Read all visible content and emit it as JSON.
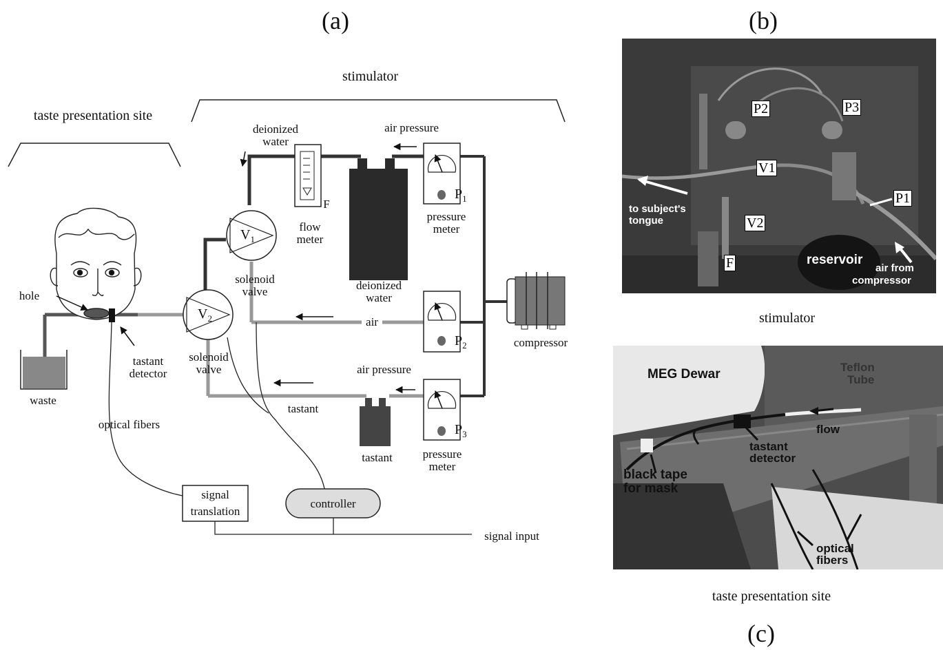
{
  "panels": {
    "a": "(a)",
    "b": "(b)",
    "c": "(c)"
  },
  "diagram_a": {
    "stimulator": "stimulator",
    "taste_site": "taste presentation site",
    "deionized_water_top": [
      "deionized",
      "water"
    ],
    "air_pressure_top": "air pressure",
    "flow_meter": [
      "flow",
      "meter"
    ],
    "flow_meter_symbol": "F",
    "deionized_water_tank": [
      "deionized",
      "water"
    ],
    "pressure_meter_top": [
      "pressure",
      "meter"
    ],
    "p1": "P",
    "p1_sub": "1",
    "p2": "P",
    "p2_sub": "2",
    "p3": "P",
    "p3_sub": "3",
    "v1": "V",
    "v1_sub": "1",
    "v2": "V",
    "v2_sub": "2",
    "solenoid_valve_1": [
      "solenoid",
      "valve"
    ],
    "solenoid_valve_2": [
      "solenoid",
      "valve"
    ],
    "air": "air",
    "compressor": "compressor",
    "air_pressure_bottom": "air pressure",
    "tastant_line": "tastant",
    "tastant_bottle": "tastant",
    "pressure_meter_bottom": [
      "pressure",
      "meter"
    ],
    "hole": "hole",
    "tastant_detector": [
      "tastant",
      "detector"
    ],
    "waste": "waste",
    "optical_fibers": "optical fibers",
    "signal_translation": [
      "signal",
      "translation"
    ],
    "controller": "controller",
    "signal_input": "signal input"
  },
  "photo_b": {
    "p2": "P2",
    "p3": "P3",
    "v1": "V1",
    "v2": "V2",
    "p1": "P1",
    "f": "F",
    "to_subject": [
      "to subject's",
      "tongue"
    ],
    "reservoir": "reservoir",
    "air_from": [
      "air from",
      "compressor"
    ],
    "caption": "stimulator"
  },
  "photo_c": {
    "meg_dewar": "MEG Dewar",
    "teflon_tube": [
      "Teflon",
      "Tube"
    ],
    "flow": "flow",
    "tastant_detector": [
      "tastant",
      "detector"
    ],
    "black_tape": [
      "black tape",
      "for mask"
    ],
    "optical_fibers": [
      "optical",
      "fibers"
    ],
    "caption": "taste presentation site"
  },
  "colors": {
    "dark_line": "#333333",
    "gray_line": "#999999",
    "tank_fill": "#2a2a2a",
    "photo_bg": "#3c3c3c"
  }
}
